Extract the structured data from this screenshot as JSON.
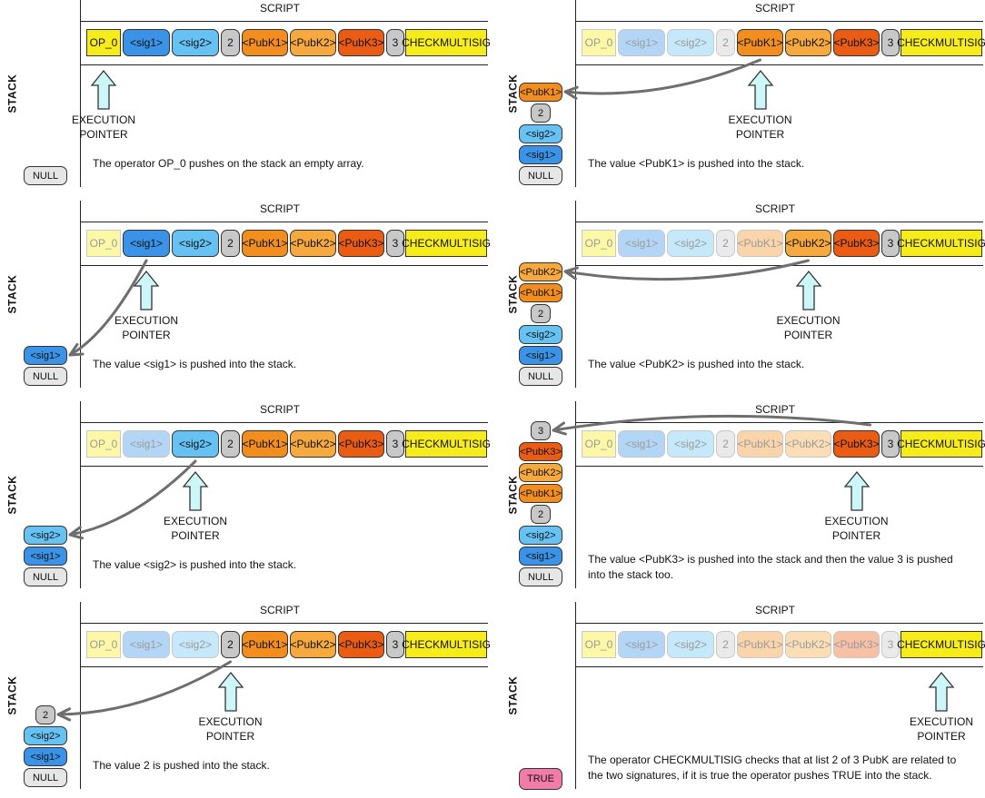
{
  "labels": {
    "script": "SCRIPT",
    "stack": "STACK",
    "pointer_line1": "EXECUTION",
    "pointer_line2": "POINTER"
  },
  "script_tokens": [
    "OP_0",
    "<sig1>",
    "<sig2>",
    "2",
    "<PubK1>",
    "<PubK2>",
    "<PubK3>",
    "3",
    "CHECKMULTISIG"
  ],
  "colors": {
    "OP_0": "#f7ec1b",
    "sig1": "#3a93e6",
    "sig2": "#66c2f3",
    "num": "#c8c8c8",
    "PubK1": "#f18e1f",
    "PubK2": "#f5a93e",
    "PubK3": "#ea5c14",
    "CHECKMULTISIG": "#f7ec1b",
    "TRUE": "#f27ca8",
    "NULL": "#e6e6e6",
    "pointer": "#cdf6f8",
    "curve": "#6e6e6e"
  },
  "panels": [
    {
      "id": "p1",
      "pointer_index": 0,
      "caption": "The operator OP_0 pushes on the stack an empty array.",
      "stack": [
        "NULL"
      ]
    },
    {
      "id": "p2",
      "pointer_index": 4,
      "caption": "The value <PubK1> is pushed into the stack.",
      "stack": [
        "<PubK1>",
        "2",
        "<sig2>",
        "<sig1>",
        "NULL"
      ]
    },
    {
      "id": "p3",
      "pointer_index": 1,
      "caption": "The value <sig1> is pushed into the stack.",
      "stack": [
        "<sig1>",
        "NULL"
      ]
    },
    {
      "id": "p4",
      "pointer_index": 5,
      "caption": "The value <PubK2> is pushed into the stack.",
      "stack": [
        "<PubK2>",
        "<PubK1>",
        "2",
        "<sig2>",
        "<sig1>",
        "NULL"
      ]
    },
    {
      "id": "p5",
      "pointer_index": 2,
      "caption": "The value <sig2> is pushed into the stack.",
      "stack": [
        "<sig2>",
        "<sig1>",
        "NULL"
      ]
    },
    {
      "id": "p6",
      "pointer_index": 6,
      "caption": "The value <PubK3> is pushed into the stack and then the value 3 is pushed",
      "caption2": "into the stack too.",
      "stack": [
        "3",
        "<PubK3>",
        "<PubK2>",
        "<PubK1>",
        "2",
        "<sig2>",
        "<sig1>",
        "NULL"
      ]
    },
    {
      "id": "p7",
      "pointer_index": 3,
      "caption": "The value 2 is pushed into the stack.",
      "stack": [
        "2",
        "<sig2>",
        "<sig1>",
        "NULL"
      ]
    },
    {
      "id": "p8",
      "pointer_index": 8,
      "caption": "The operator CHECKMULTISIG checks that at list 2 of 3 PubK are related to",
      "caption2": "the two signatures, if it is true the operator pushes TRUE into the stack.",
      "stack": [
        "TRUE"
      ]
    }
  ]
}
